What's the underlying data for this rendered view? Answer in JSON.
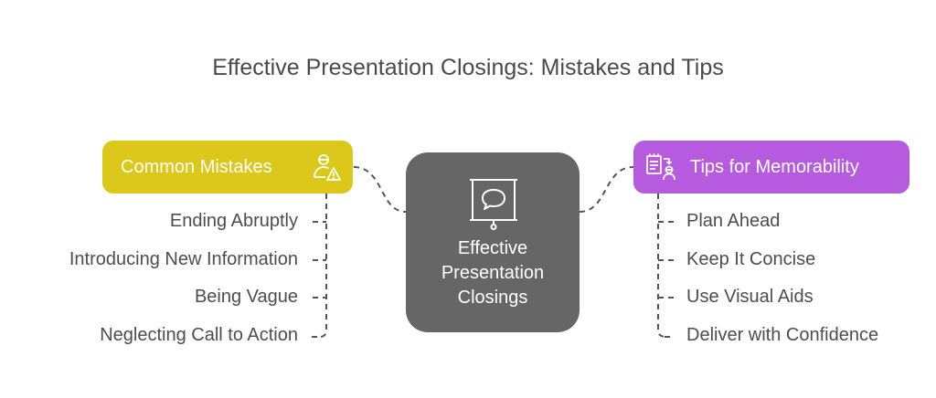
{
  "title": "Effective Presentation Closings: Mistakes and Tips",
  "center": {
    "label_lines": [
      "Effective",
      "Presentation",
      "Closings"
    ],
    "icon": "presentation-screen-speech-icon",
    "color": "#666666"
  },
  "left_branch": {
    "label": "Common Mistakes",
    "icon": "person-warning-icon",
    "color": "#dcc71b",
    "items": [
      "Ending Abruptly",
      "Introducing New Information",
      "Being Vague",
      "Neglecting Call to Action"
    ]
  },
  "right_branch": {
    "label": "Tips for Memorability",
    "icon": "notepad-person-icon",
    "color": "#b65ae0",
    "items": [
      "Plan Ahead",
      "Keep It Concise",
      "Use Visual Aids",
      "Deliver with Confidence"
    ]
  }
}
